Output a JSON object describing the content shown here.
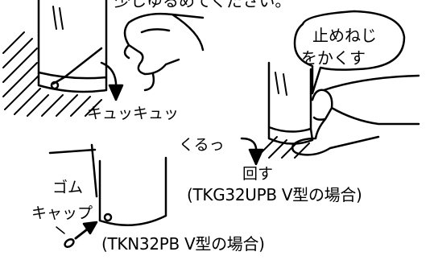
{
  "captions": {
    "top_instruction": "少しゆるめてください。",
    "tkg": "(TKG32UPB V型の場合)",
    "tkn": "(TKN32PB V型の場合)"
  },
  "labels": {
    "sound": "キュッキュッ",
    "bubble_line1": "止めねじ",
    "bubble_line2": "をかくす",
    "turn": "くるっ",
    "rotate": "回す",
    "rubber_line1": "ゴム",
    "rubber_line2": "キャップ"
  }
}
